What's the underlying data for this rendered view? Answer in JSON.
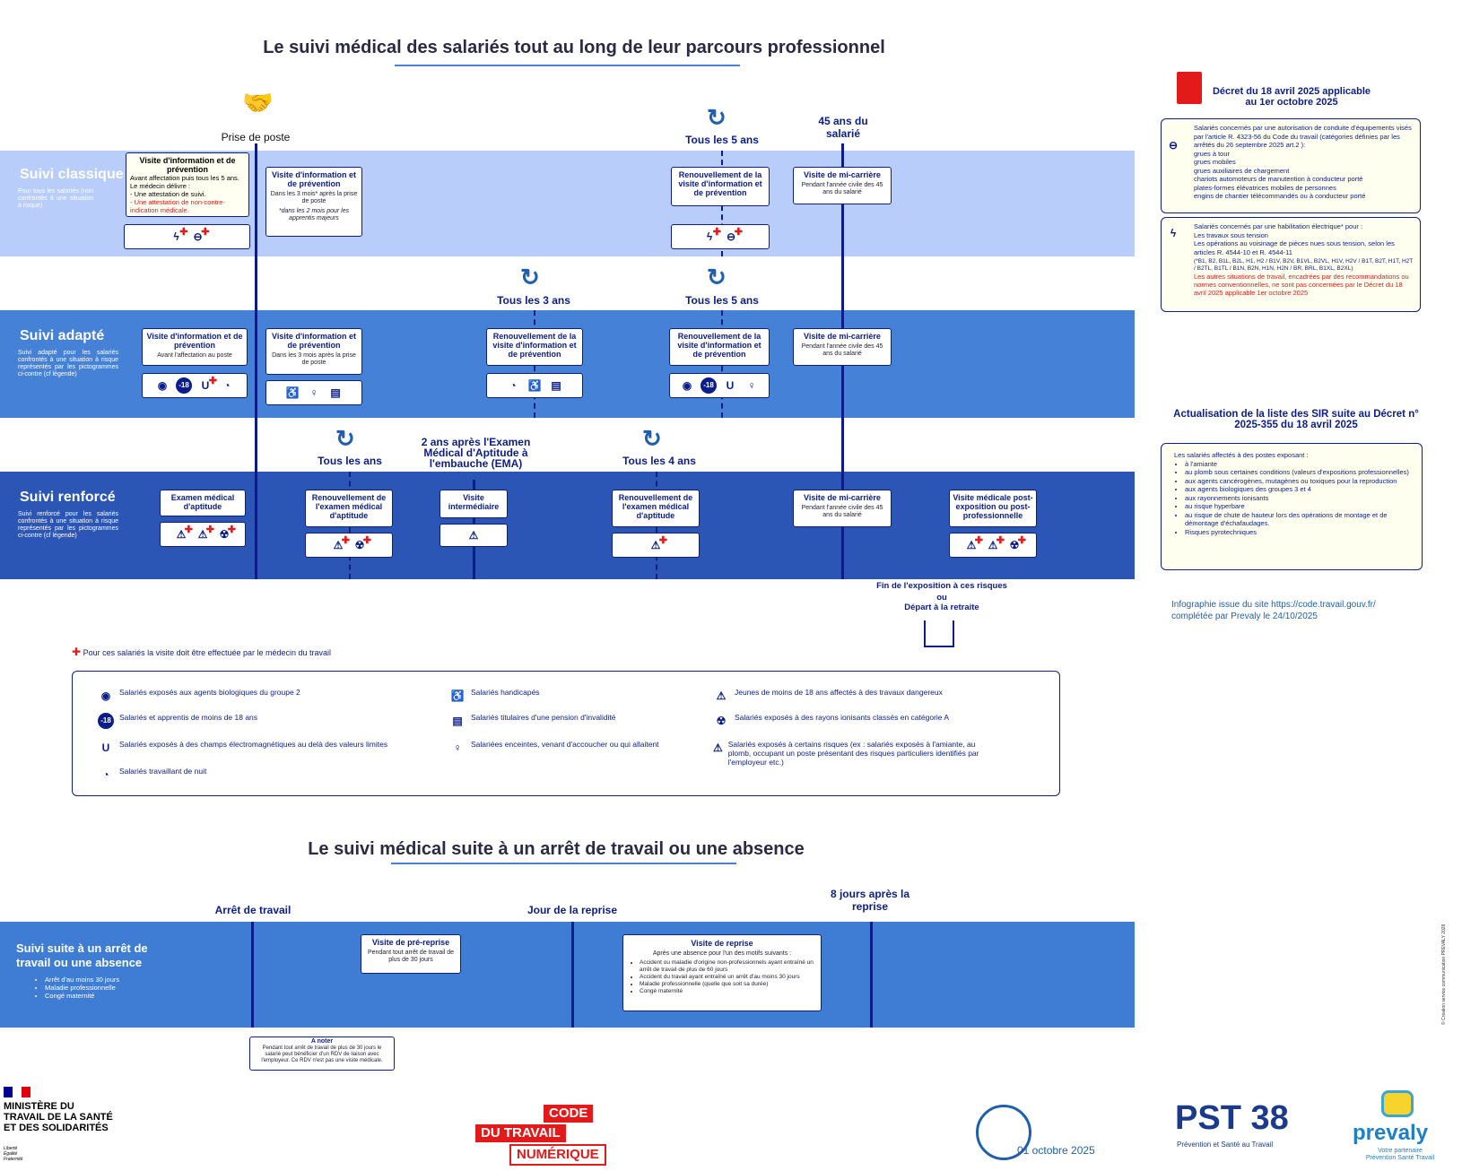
{
  "header": {
    "title": "Le suivi médical des salariés tout au long de leur parcours professionnel"
  },
  "milestones": {
    "prise": "Prise de poste",
    "every5_classique": "Tous les 5 ans",
    "age45": "45 ans du salarié",
    "every3_adapte": "Tous les 3 ans",
    "every5_adapte": "Tous les 5 ans",
    "every_renf": "Tous les ans",
    "ema": "2 ans après l'Examen Médical d'Aptitude à l'embauche (EMA)",
    "every4_renf": "Tous les 4 ans",
    "fin_expo": "Fin de l'exposition à ces risques",
    "ou": "ou",
    "retraite": "Départ à la retraite"
  },
  "bands": {
    "classique": {
      "title": "Suivi classique",
      "desc": "Pour tous les salariés (non confrontés à une situation à risque)"
    },
    "adapte": {
      "title": "Suivi adapté",
      "desc": "Suivi adapté pour les salariés confrontés à une situation à risque représentés par les pictogrammes ci-contre (cf légende)"
    },
    "renforce": {
      "title": "Suivi renforcé",
      "desc": "Suivi renforcé pour les salariés confrontés à une situation à risque représentés par les pictogrammes ci-contre (cf légende)"
    }
  },
  "cards": {
    "c1": {
      "title": "Visite d'information et de prévention",
      "sub": "Avant affectation puis tous les 5 ans. Le médecin délivre :",
      "i1": "- Une attestation de suivi.",
      "i2": "- Une attestation de non-contre-indication médicale."
    },
    "c2": {
      "title": "Visite d'information et de prévention",
      "sub": "Dans les 3 mois* après la prise de poste",
      "note": "*dans les 2 mois pour les apprentis majeurs"
    },
    "c3": {
      "title": "Renouvellement de la visite d'information et de prévention"
    },
    "c4": {
      "title": "Visite de mi-carrière",
      "sub": "Pendant l'année civile des 45 ans du salarié"
    },
    "a1": {
      "title": "Visite d'information et de prévention",
      "sub": "Avant l'affectation au poste"
    },
    "a2": {
      "title": "Visite d'information et de prévention",
      "sub": "Dans les 3 mois après la prise de poste"
    },
    "a3": {
      "title": "Renouvellement de la visite d'information et de prévention"
    },
    "a4": {
      "title": "Renouvellement de la visite d'information et de prévention"
    },
    "a5": {
      "title": "Visite de mi-carrière",
      "sub": "Pendant l'année civile des 45 ans du salarié"
    },
    "r1": {
      "title": "Examen médical d'aptitude"
    },
    "r2": {
      "title": "Renouvellement de l'examen médical d'aptitude"
    },
    "r3": {
      "title": "Visite intermédiaire"
    },
    "r4": {
      "title": "Renouvellement de l'examen médical d'aptitude"
    },
    "r5": {
      "title": "Visite de mi-carrière",
      "sub": "Pendant l'année civile des 45 ans du salarié"
    },
    "r6": {
      "title": "Visite médicale post-exposition ou post-professionnelle"
    }
  },
  "legend": {
    "redcross_note": "Pour ces salariés la visite doit être effectuée par le médecin du travail",
    "items": [
      "Salariés exposés aux agents biologiques du groupe 2",
      "Salariés et apprentis de moins de 18 ans",
      "Salariés exposés à des champs électromagnétiques au delà des valeurs limites",
      "Salariés travaillant de nuit",
      "Salariés handicapés",
      "Salariés titulaires d'une pension d'invalidité",
      "Salariées enceintes, venant d'accoucher ou qui allaitent",
      "Jeunes de moins de 18 ans affectés à des travaux dangereux",
      "Salariés exposés à des rayons ionisants classés en catégorie A",
      "Salariés exposés à certains risques (ex : salariés exposés à l'amiante, au plomb, occupant un poste présentant des risques particuliers identifiés par l'employeur etc.)"
    ]
  },
  "side": {
    "decret_title": "Décret du 18 avril 2025 applicable au 1er octobre 2025",
    "box1_intro": "Salariés concernés par une autorisation de conduite d'équipements visés par l'article R. 4323-56 du Code du travail (catégories définies par les arrêtés du 26 septembre 2025 art.2 ):",
    "box1_items": [
      "grues à tour",
      "grues mobiles",
      "grues auxiliaires de chargement",
      "chariots automoteurs de manutention à conducteur porté",
      "plates-formes élévatrices mobiles de personnes",
      "engins de chantier télécommandés ou à conducteur porté"
    ],
    "box2_intro": "Salariés concernés par une habilitation électrique* pour :",
    "box2_items": [
      "Les travaux sous tension",
      "Les opérations au voisinage de pièces nues sous tension, selon les articles R. 4544-10 et R. 4544-11"
    ],
    "box2_codes": "(*B1, B2, B1L, B2L, H1, H2 / B1V, B2V, B1VL, B2VL, H1V, H2V / B1T, B2T, H1T, H2T / B2TL, B1TL / B1N, B2N, H1N, H2N / BR, BRL, B1XL, B2XL)",
    "box2_red": "Les autres situations de travail, encadrées par des recommandations ou normes conventionnelles, ne sont pas concernées par le Décret du 18 avril 2025 applicable 1er octobre 2025",
    "sir_title": "Actualisation de la liste des SIR suite au Décret n° 2025-355 du 18 avril 2025",
    "sir_intro": "Les salariés affectés à des postes exposant :",
    "sir_items": [
      "à l'amiante",
      "au plomb sous certaines conditions (valeurs d'expositions professionnelles)",
      "aux agents cancérogènes, mutagènes ou toxiques pour la reproduction",
      "aux agents biologiques des groupes 3 et 4",
      "aux rayonnements ionisants",
      "au risque hyperbare",
      "au risque de chute de hauteur lors des opérations de montage et de démontage d'échafaudages.",
      "Risques pyrotechniques"
    ],
    "source": "Infographie issue du site https://code.travail.gouv.fr/ complétée par Prevaly le 24/10/2025"
  },
  "section2": {
    "title": "Le suivi médical suite à un arrêt de travail ou une absence",
    "arret": "Arrêt de travail",
    "reprise": "Jour de la reprise",
    "huit": "8 jours après la reprise",
    "band_title": "Suivi suite à un arrêt de travail ou une absence",
    "band_items": [
      "Arrêt d'au moins 30 jours",
      "Maladie professionnelle",
      "Congé maternité"
    ],
    "prereprise_title": "Visite de pré-reprise",
    "prereprise_sub": "Pendant tout arrêt de travail de plus de 30 jours",
    "reprise_title": "Visite de reprise",
    "reprise_intro": "Après une absence pour l'un des motifs suivants :",
    "reprise_items": [
      "Accident ou maladie d'origine non-professionnels ayant entraîné un arrêt de travail de plus de 60 jours",
      "Accident du travail ayant entraîné un arrêt d'au moins 30 jours",
      "Maladie professionnelle (quelle que soit sa durée)",
      "Congé maternité"
    ],
    "anoter_title": "A noter",
    "anoter_text": "Pendant tout arrêt de travail de plus de 30 jours le salarié peut bénéficier d'un RDV de liaison avec l'employeur. Ce RDV n'est pas une visite médicale."
  },
  "footer": {
    "ministere": "MINISTÈRE DU TRAVAIL DE LA SANTÉ ET DES SOLIDARITÉS",
    "devise": "Liberté Égalité Fraternité",
    "cdtn1": "CODE",
    "cdtn2": "DU TRAVAIL",
    "cdtn3": "NUMÉRIQUE",
    "date": "01 octobre 2025",
    "pst": "PST 38",
    "pst_sub": "Prévention et Santé au Travail",
    "prevaly": "prevaly",
    "prevaly_sub": "Votre partenaire Prévention Santé Travail",
    "credit": "© Création service communication PREVALY 2026"
  }
}
